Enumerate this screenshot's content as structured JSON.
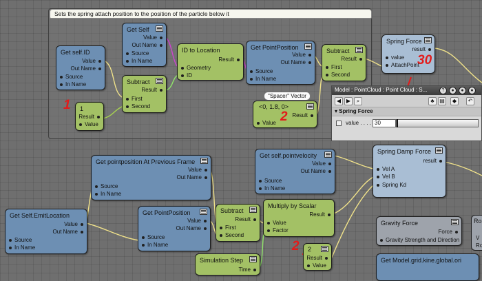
{
  "comment": "Sets the spring attach position to the position of the particle below it",
  "nodes": {
    "get_self_id": {
      "title": "Get self.ID",
      "outputs": [
        "Value",
        "Out Name"
      ],
      "inputs": [
        "Source",
        "In Name"
      ]
    },
    "get_self": {
      "title": "Get Self",
      "outputs": [
        "Value",
        "Out Name"
      ],
      "inputs": [
        "Source",
        "In Name"
      ]
    },
    "id_to_location": {
      "title": "ID to Location",
      "outputs": [
        "Result"
      ],
      "inputs": [
        "Geometry",
        "ID"
      ]
    },
    "get_pointposition_top": {
      "title": "Get PointPosition",
      "outputs": [
        "Value",
        "Out Name"
      ],
      "inputs": [
        "Source",
        "In Name"
      ]
    },
    "subtract_top_right": {
      "title": "Subtract",
      "outputs": [
        "Result"
      ],
      "inputs": [
        "First",
        "Second"
      ]
    },
    "subtract_top_left": {
      "title": "Subtract",
      "outputs": [
        "Result"
      ],
      "inputs": [
        "First",
        "Second"
      ]
    },
    "int_one": {
      "value": "1",
      "outputs": [
        "Result"
      ],
      "inputs": [
        "Value"
      ]
    },
    "vector_spacer": {
      "value": "<0, 1.8, 0>",
      "outputs": [
        "Result"
      ],
      "inputs": [
        "Value"
      ]
    },
    "spring_force": {
      "title": "Spring Force",
      "outputs": [
        "result"
      ],
      "inputs": [
        "value",
        "AttachPoint"
      ]
    },
    "get_pointposition_prev": {
      "title": "Get pointposition At Previous Frame",
      "outputs": [
        "Value",
        "Out Name"
      ],
      "inputs": [
        "Source",
        "In Name"
      ]
    },
    "get_self_pointvelocity": {
      "title": "Get self.pointvelocity",
      "outputs": [
        "Value",
        "Out Name"
      ],
      "inputs": [
        "Source",
        "In Name"
      ]
    },
    "spring_damp_force": {
      "title": "Spring Damp Force",
      "outputs": [
        "result"
      ],
      "inputs": [
        "Vel A",
        "Vel B",
        "Spring Kd"
      ]
    },
    "get_self_emitlocation": {
      "title": "Get Self.EmitLocation",
      "outputs": [
        "Value",
        "Out Name"
      ],
      "inputs": [
        "Source",
        "In Name"
      ]
    },
    "get_pointposition_bottom": {
      "title": "Get PointPosition",
      "outputs": [
        "Value",
        "Out Name"
      ],
      "inputs": [
        "Source",
        "In Name"
      ]
    },
    "subtract_bottom": {
      "title": "Subtract",
      "outputs": [
        "Result"
      ],
      "inputs": [
        "First",
        "Second"
      ]
    },
    "multiply_by_scalar": {
      "title": "Multiply by Scalar",
      "outputs": [
        "Result"
      ],
      "inputs": [
        "Value",
        "Factor"
      ]
    },
    "simulation_step": {
      "title": "Simulation Step",
      "outputs": [
        "Time"
      ],
      "inputs": []
    },
    "int_two": {
      "value": "2",
      "outputs": [
        "Result"
      ],
      "inputs": [
        "Value"
      ]
    },
    "gravity_force": {
      "title": "Gravity Force",
      "outputs": [
        "Force"
      ],
      "inputs": [
        "Gravity Strength and Direction"
      ]
    },
    "get_model_grid": {
      "title": "Get Model.grid.kine.global.ori"
    },
    "edge_node": {
      "title": "Ro",
      "items": [
        "V",
        "Ro"
      ]
    }
  },
  "tooltip": "\"Spacer\" Vector",
  "annotations": [
    "1",
    "2",
    "30",
    "2"
  ],
  "panel": {
    "title": "Model : PointCloud : Point Cloud : S...",
    "section": "Spring Force",
    "field_label": "value",
    "field_value": "30",
    "slider_fraction": 0.0,
    "header_buttons": [
      "?",
      "●",
      "●",
      "●"
    ]
  },
  "colors": {
    "compound_blue": "#6d8fb3",
    "operator_green": "#a3c165",
    "force_gray": "#9ea3ab",
    "annotation_red": "#e31b1b"
  }
}
